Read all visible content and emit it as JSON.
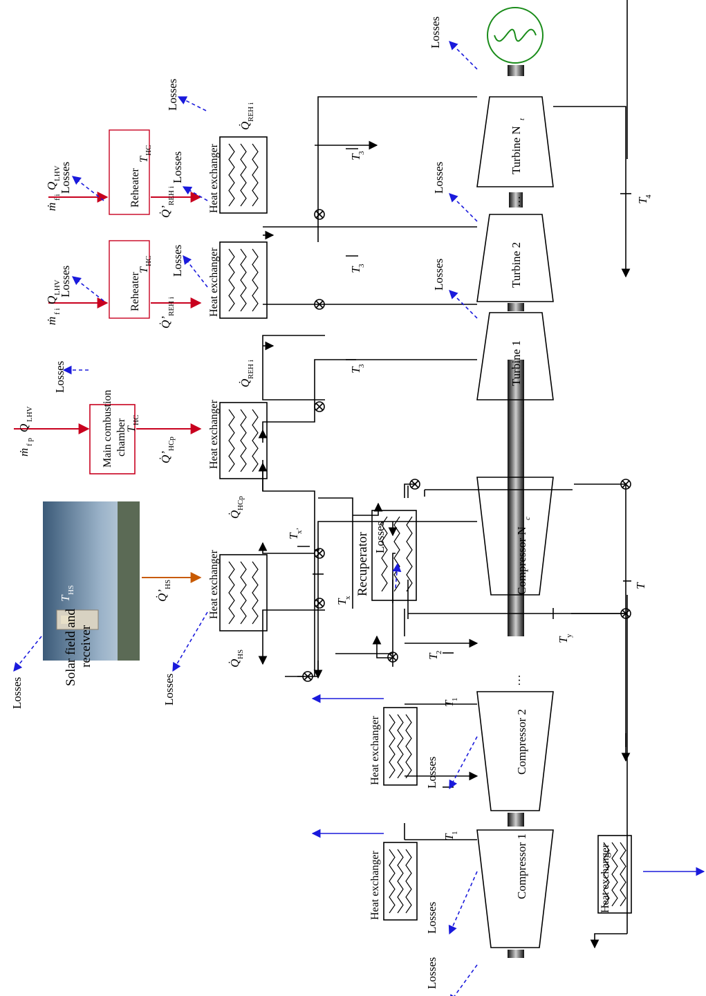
{
  "solar": {
    "label_line1": "Solar field and",
    "label_line2": "receiver",
    "T_hs": "T",
    "T_hs_sub": "HS",
    "Q_hs_prime": "Q̇’",
    "Q_hs_prime_sub": "HS",
    "Q_hs": "Q̇",
    "Q_hs_sub": "HS"
  },
  "losses": "Losses",
  "heat_exchanger": "Heat exchanger",
  "main_chamber": {
    "line1": "Main combustion",
    "line2": "chamber",
    "T": "T",
    "T_sub": "HC"
  },
  "reheater": {
    "label": "Reheater",
    "T": "T",
    "T_sub": "HC"
  },
  "fuel": {
    "m_main": "ṁ",
    "m_main_sub": "f p",
    "m_re": "ṁ",
    "m_re_sub": "f i",
    "Q": "Q",
    "Q_sub": "LHV"
  },
  "heat_flows": {
    "Q_hcp_prime": "Q̇’",
    "Q_hcp_prime_sub": "HCp",
    "Q_hcp": "Q̇",
    "Q_hcp_sub": "HCp",
    "Q_rehi_prime": "Q̇’",
    "Q_rehi_prime_sub": "REH i",
    "Q_rehi": "Q̇",
    "Q_rehi_sub": "REH i"
  },
  "recuperator": "Recuperator",
  "compressors": [
    "Compressor 1",
    "Compressor 2",
    "Compressor N"
  ],
  "compressor_n_sub": "c",
  "turbines": [
    "Turbine 1",
    "Turbine 2",
    "Turbine N"
  ],
  "turbine_n_sub": "t",
  "temps": {
    "T": "T",
    "sub1": "1",
    "sub2": "2",
    "sub3": "3",
    "sub4": "4",
    "subx": "x",
    "subxp": "x’",
    "suby": "y"
  },
  "colors": {
    "fuel_red": "#c8001e",
    "solar_orange": "#c85a00",
    "losses_blue": "#1a1adc",
    "generator_green": "#1a8c1a"
  }
}
